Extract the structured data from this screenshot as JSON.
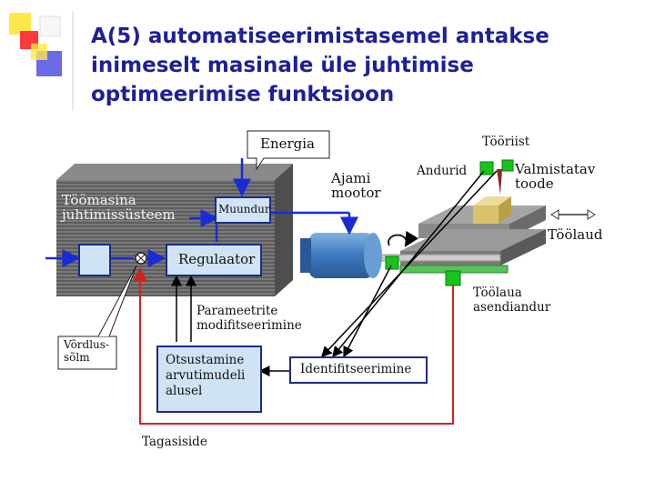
{
  "title": {
    "line1": "A(5) automatiseerimistasemel antakse",
    "line2": "inimeselt masinale üle juhtimise",
    "line3": "optimeerimise funktsioon"
  },
  "labels": {
    "energia": "Energia",
    "tooriist": "Tööriist",
    "ajami_motor_1": "Ajami",
    "ajami_motor_2": "mootor",
    "andurid": "Andurid",
    "valmistatav_1": "Valmistatav",
    "valmistatav_2": "toode",
    "toolaud": "Töölaud",
    "toomasina_1": "Töömasina",
    "toomasina_2": "juhtimissüsteem",
    "muundur": "Muundur",
    "regulaator": "Regulaator",
    "toolaua_1": "Töölaua",
    "toolaua_2": "asendiandur",
    "parameetrite_1": "Parameetrite",
    "parameetrite_2": "modifitseerimine",
    "vordlus_1": "Võrdlus-",
    "vordlus_2": "sõlm",
    "otsustamine_1": "Otsustamine",
    "otsustamine_2": "arvutimudeli",
    "otsustamine_3": "alusel",
    "identifitseerimine": "Identifitseerimine",
    "tagasiside": "Tagasiside"
  },
  "colors": {
    "title": "#1f1f99",
    "signal_arrow": "#1a2bd6",
    "feedback_line": "#d61f1f",
    "sensor": "#18c41a",
    "box_fill": "#cfe3f5",
    "box_border": "#1c2a86"
  }
}
